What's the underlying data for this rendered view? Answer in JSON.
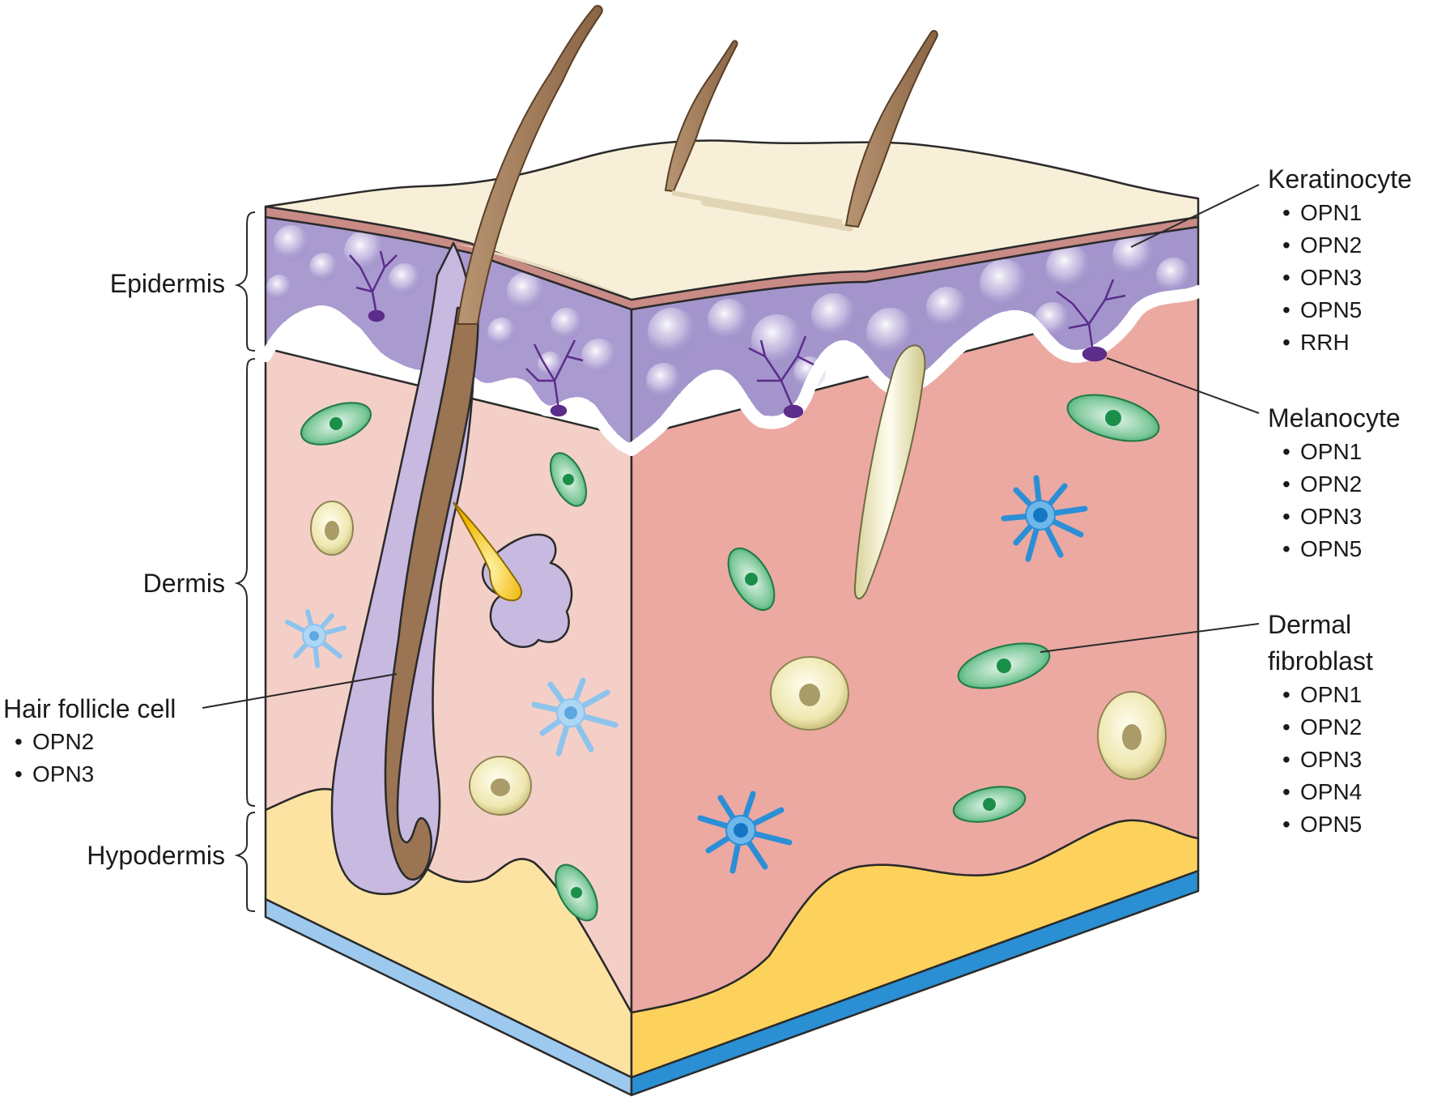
{
  "layers": {
    "epidermis": "Epidermis",
    "dermis": "Dermis",
    "hypodermis": "Hypodermis"
  },
  "cells": [
    {
      "id": "keratinocyte",
      "name": "Keratinocyte",
      "opsins": [
        "OPN1",
        "OPN2",
        "OPN3",
        "OPN5",
        "RRH"
      ]
    },
    {
      "id": "melanocyte",
      "name": "Melanocyte",
      "opsins": [
        "OPN1",
        "OPN2",
        "OPN3",
        "OPN5"
      ]
    },
    {
      "id": "dermal-fibroblast",
      "name_line1": "Dermal",
      "name_line2": "fibroblast",
      "opsins": [
        "OPN1",
        "OPN2",
        "OPN3",
        "OPN4",
        "OPN5"
      ]
    },
    {
      "id": "hair-follicle-cell",
      "name": "Hair follicle cell",
      "opsins": [
        "OPN2",
        "OPN3"
      ]
    }
  ],
  "bullet": "•",
  "colors": {
    "skin_surface": "#f8efd9",
    "stratum_corneum": "#c98b86",
    "epidermis": "#a99ad0",
    "dermis_front": "#f4cfc8",
    "dermis_side": "#eba9a2",
    "hypodermis_front": "#fde3a2",
    "hypodermis_side": "#fdd25c",
    "base_front": "#9dc9ef",
    "base_side": "#2a8fd3",
    "hair": "#9b7453",
    "follicle": "#c7b9e0",
    "fibroblast": "#2f9a5a",
    "immune_cell": "#2b8fd6",
    "adipocyte": "#efe7b0"
  }
}
